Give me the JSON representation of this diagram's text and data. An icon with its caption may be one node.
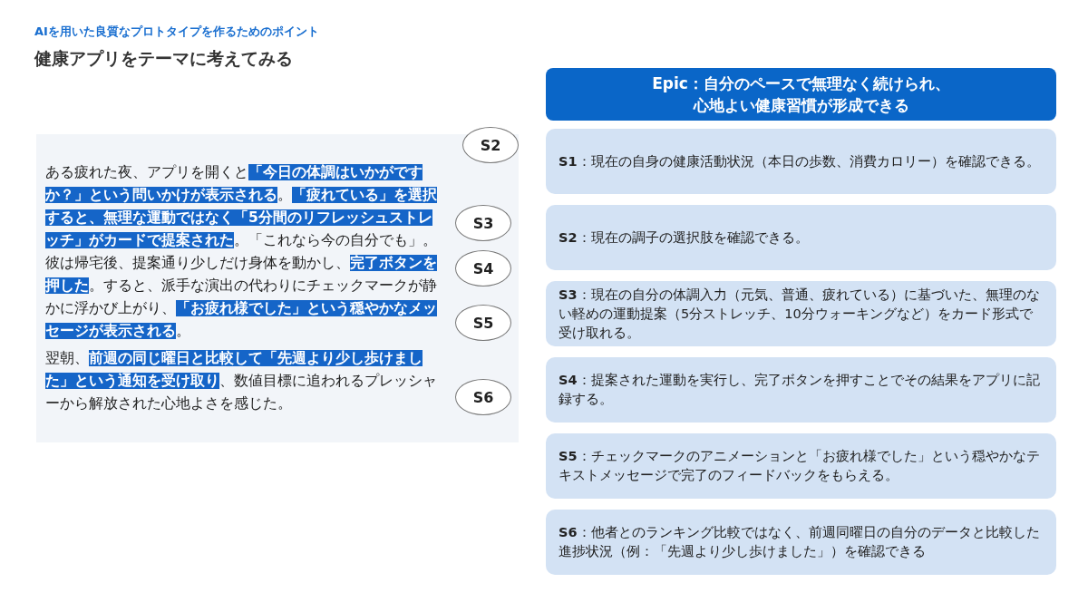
{
  "diagram": {
    "title": "健康アプリをテーマに考えてみる",
    "nodes": [
      {
        "text": [
          "ある疲れた夜、アプリを開くと**「今日の体調はいかがですか？」という問いかけが表示される**。**「疲れている」を選択すると、無理な運動ではなく「5分間のリフレッシュストレッチ」がカードで提案された**。「これなら今の自分でも」。彼は帰宅後、提案通り少しだけ身体を動かし、**完了ボタンを押した**。すると、派手な演出の代わりにチェックマークが静かに浮かび上がり、**「お疲れ様でした」という穏やかなメッセージが表示される**。",
          "翌朝、**前週の同じ曜日と比較して「先週より少し歩けました」という通知を受け取り**、数値目標に追われるプレッシャーから解放された心地よさを感じた。"
        ]
      },
      {
        "text": [
          "S2"
        ]
      },
      {
        "text": [
          "S3"
        ],
        "in": 0
      },
      {
        "text": [
          "S4"
        ],
        "in": 0
      },
      {
        "text": [
          "S5"
        ],
        "in": 0
      },
      {
        "text": [
          "S6"
        ],
        "in": 0
      },
      {
        "text": [
          "Epic：自分のペースで無理なく続けられ、心地よい健康習慣が形成できる"
        ]
      },
      {
        "text": [
          "**S1**：現在の自身の健康活動状況（本日の歩数、消費カロリー）を確認できる。"
        ]
      },
      {
        "text": [
          "**S2**：現在の調子の選択肢を確認できる。"
        ]
      },
      {
        "text": [
          "**S3**：現在の自分の体調入力（元気、普通、疲れている）に基づいた、無理のない軽めの運動提案（5分ストレッチ、10分ウォーキングなど）をカード形式で受け取れる。"
        ]
      },
      {
        "text": [
          "**S4**：提案された運動を実行し、完了ボタンを押すことでその結果をアプリに記録する。"
        ]
      },
      {
        "text": [
          "**S5**：チェックマークのアニメーションと「お疲れ様でした」という穏やかなテキストメッセージで完了のフィードバックをもらえる。"
        ]
      },
      {
        "text": [
          "**S6**：他者とのランキング比較ではなく、前週同曜日の自分のデータと比較した進捗状況（例：「先週より少し歩けました」）を確認できる"
        ]
      }
    ],
    "labels": [
      "AIを用いた良質なプロトタイプを作るためのポイント"
    ]
  }
}
